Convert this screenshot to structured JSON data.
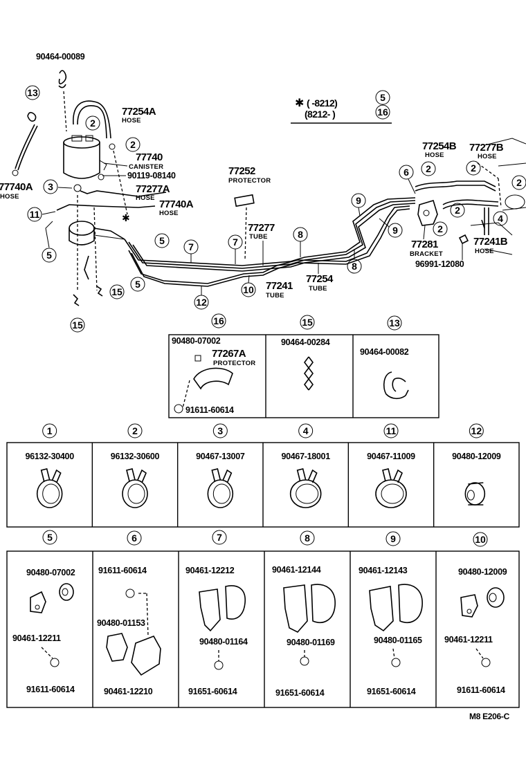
{
  "top": {
    "p90464_00089": "90464-00089",
    "p77254A": "77254A",
    "hose": "HOSE",
    "p77740": "77740",
    "canister": "CANISTER",
    "p90119_08140": "90119-08140",
    "p77740A": "77740A",
    "p77277A": "77277A",
    "p77740A_2": "77740A",
    "p77252": "77252",
    "protector": "PROTECTOR",
    "p77277": "77277",
    "tube": "TUBE",
    "p77241": "77241",
    "p77254": "77254",
    "p77254B": "77254B",
    "p77277B": "77277B",
    "p77281": "77281",
    "bracket": "BRACKET",
    "p77241B": "77241B",
    "p96991_12080": "96991-12080"
  },
  "legend": {
    "star": "✱",
    "row1": "(      -8212)",
    "row2": "(8212-        )",
    "n1": "5",
    "n2": "16"
  },
  "callouts": {
    "c1": "1",
    "c2": "2",
    "c3": "3",
    "c4": "4",
    "c5": "5",
    "c6": "6",
    "c7": "7",
    "c8": "8",
    "c9": "9",
    "c10": "10",
    "c11": "11",
    "c12": "12",
    "c13": "13",
    "c15": "15",
    "c16": "16"
  },
  "boxes_mid": {
    "b16": {
      "p1": "90480-07002",
      "p2": "77267A",
      "p2sub": "PROTECTOR",
      "p3": "91611-60614"
    },
    "b15": {
      "p1": "90464-00284"
    },
    "b13": {
      "p1": "90464-00082"
    }
  },
  "row1": [
    {
      "n": "1",
      "part": "96132-30400"
    },
    {
      "n": "2",
      "part": "96132-30600"
    },
    {
      "n": "3",
      "part": "90467-13007"
    },
    {
      "n": "4",
      "part": "90467-18001"
    },
    {
      "n": "11",
      "part": "90467-11009"
    },
    {
      "n": "12",
      "part": "90480-12009"
    }
  ],
  "row2": {
    "b5": {
      "p1": "90480-07002",
      "p2": "90461-12211",
      "p3": "91611-60614"
    },
    "b6": {
      "p1": "91611-60614",
      "p2": "90480-01153",
      "p3": "90461-12210"
    },
    "b7": {
      "p1": "90461-12212",
      "p2": "90480-01164",
      "p3": "91651-60614"
    },
    "b8": {
      "p1": "90461-12144",
      "p2": "90480-01169",
      "p3": "91651-60614"
    },
    "b9": {
      "p1": "90461-12143",
      "p2": "90480-01165",
      "p3": "91651-60614"
    },
    "b10": {
      "p1": "90480-12009",
      "p2": "90461-12211",
      "p3": "91611-60614"
    }
  },
  "footer": "M8  E206-C"
}
